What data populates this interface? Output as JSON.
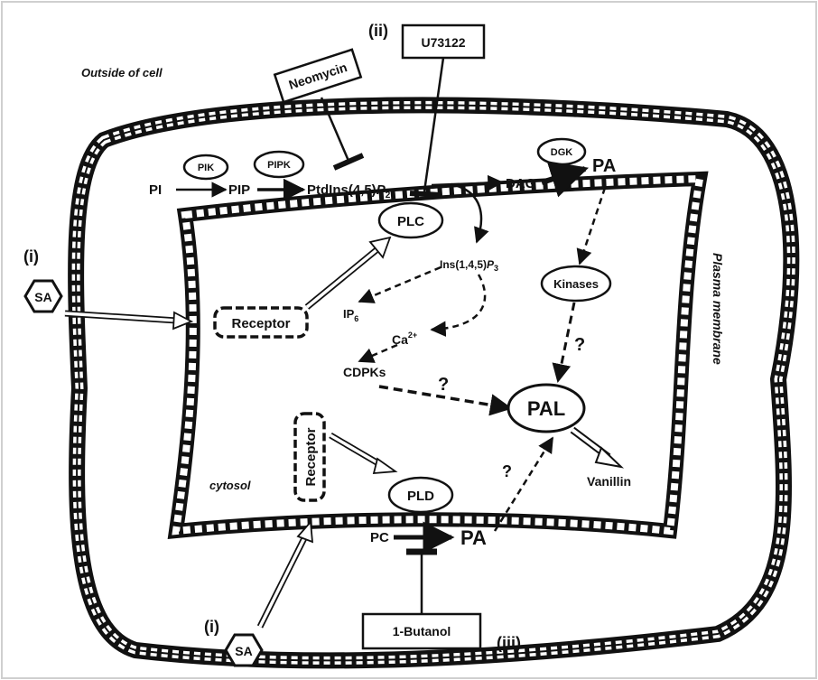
{
  "labels": {
    "outside": "Outside of cell",
    "plasma_membrane": "Plasma membrane",
    "cytosol": "cytosol",
    "pi": "PI",
    "pip": "PIP",
    "ptdins_prefix": "PtdIns(4,5)",
    "ptdins_p": "P",
    "ptdins_sub": "2",
    "dag": "DAG",
    "pa_top": "PA",
    "plc": "PLC",
    "ins_prefix": "Ins(1,4,5)",
    "ins_p": "P",
    "ins_sub": "3",
    "ip6": "IP",
    "ip6_sub": "6",
    "ca": "Ca",
    "ca_sup": "2+",
    "cdpks": "CDPKs",
    "kinases": "Kinases",
    "pal": "PAL",
    "vanillin": "Vanillin",
    "pld": "PLD",
    "pc": "PC",
    "pa_bottom": "PA",
    "q1": "?",
    "q2": "?",
    "q3": "?"
  },
  "enzymes": {
    "pik": "PIK",
    "pipk": "PIPK",
    "dgk": "DGK"
  },
  "receptors": {
    "top": "Receptor",
    "bottom": "Receptor"
  },
  "inhibitors": {
    "neomycin": "Neomycin",
    "u73122": "U73122",
    "butanol": "1-Butanol",
    "mark_ii": "(ii)",
    "mark_iii": "(iii)"
  },
  "stimulus": {
    "label": "SA",
    "mark": "(i)"
  },
  "colors": {
    "ink": "#111111",
    "background": "#ffffff",
    "frame": "#cfcfcf"
  }
}
